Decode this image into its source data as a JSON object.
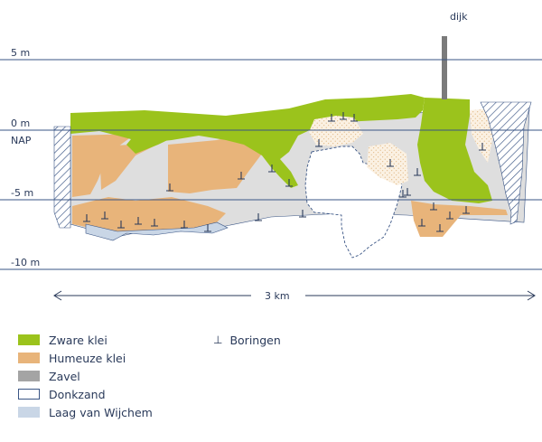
{
  "depth_axis": {
    "labels": [
      "5 m",
      "0 m",
      "NAP",
      "-5 m",
      "-10 m"
    ]
  },
  "dike_label": "dijk",
  "scale_label": "3 km",
  "legend": [
    {
      "label": "Zware klei",
      "color": "#9bc31c"
    },
    {
      "label": "Humeuze klei",
      "color": "#e8b47a"
    },
    {
      "label": "Zavel",
      "color": "#a4a4a4"
    },
    {
      "label": "Donkzand",
      "color": "#ffffff"
    },
    {
      "label": "Laag van Wijchem",
      "color": "#c9d6e6"
    }
  ],
  "boring_legend": {
    "symbol": "⊥",
    "label": "Boringen"
  },
  "colors": {
    "line": "#3a5585",
    "zware_klei": "#9bc31c",
    "humeuze_klei": "#e8b47a",
    "zavel": "#a4a4a4",
    "zavel_light": "#d9d9d9",
    "donkzand": "#ffffff",
    "wijchem": "#c9d6e6"
  }
}
